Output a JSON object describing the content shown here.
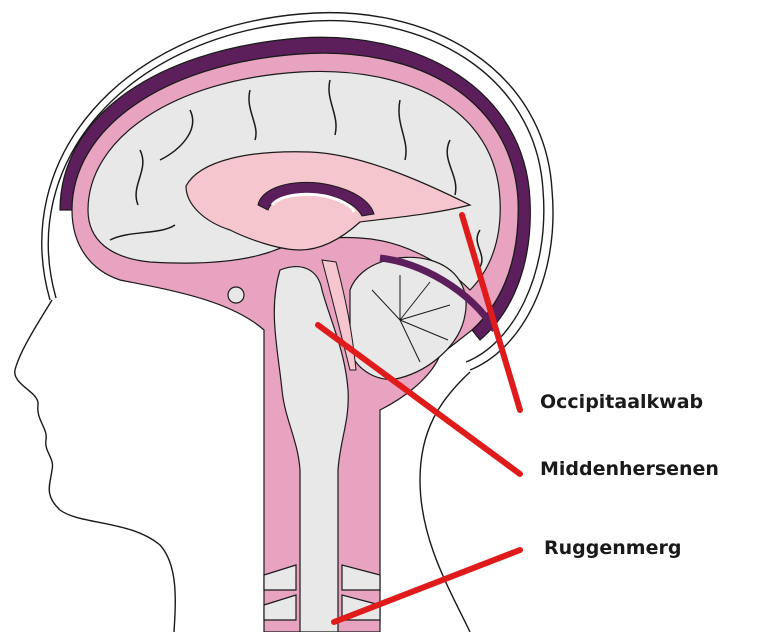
{
  "labels": [
    {
      "text": "Occipitaalkwab",
      "target": "occipital lobe"
    },
    {
      "text": "Middenhersenen",
      "target": "midbrain"
    },
    {
      "text": "Ruggenmerg",
      "target": "spinal cord"
    }
  ],
  "colors": {
    "outline": "#1a1a1a",
    "dura": "#5c1f5c",
    "tissue_pink": "#e8a3c0",
    "brain_grey": "#e8e8e8",
    "light_pink": "#f6c6cf",
    "pointer": "#e01b1b"
  }
}
